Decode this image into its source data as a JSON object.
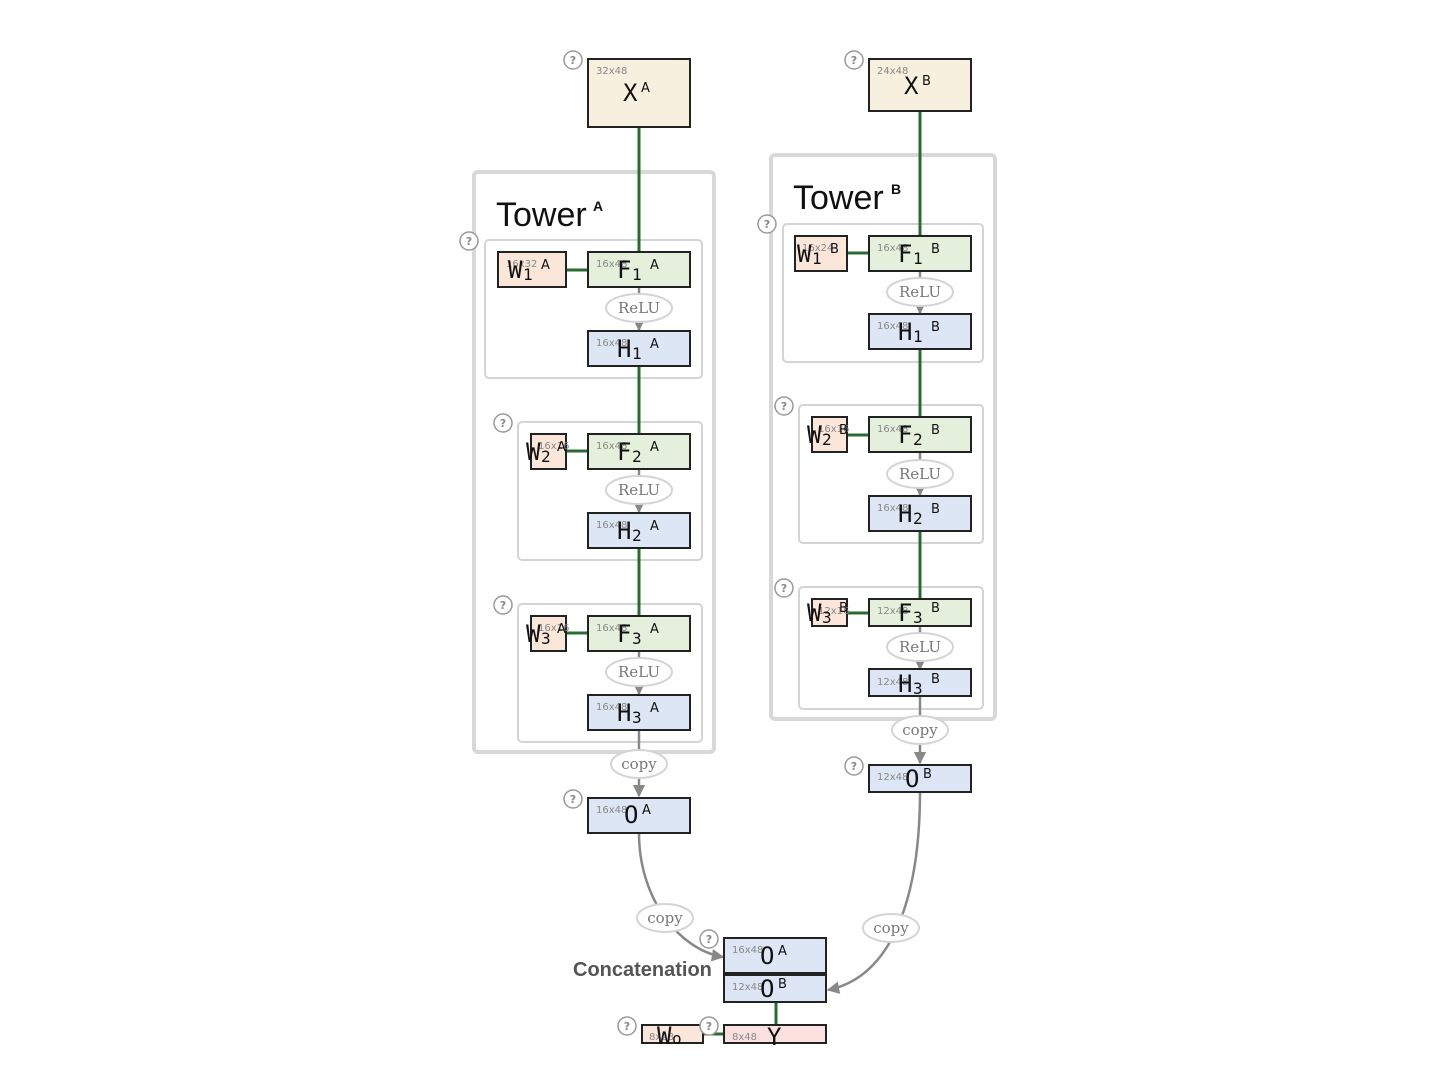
{
  "colors": {
    "input": "#f8f0de",
    "weight": "#fbe6da",
    "linear": "#e4f0dc",
    "hidden": "#dde6f4",
    "output": "#fbe0e0",
    "link": "#2a6b31",
    "flow": "#888888",
    "frame": "#d8d8d8"
  },
  "help_icon": "?",
  "op_relu": "ReLU",
  "op_copy": "copy",
  "concat_label": "Concatenation",
  "towers": {
    "a": {
      "title": "Tower",
      "title_sup": "A"
    },
    "b": {
      "title": "Tower",
      "title_sup": "B"
    }
  },
  "tensors": {
    "xa": {
      "name": "X",
      "sup": "A",
      "sub": "",
      "dims": "32x48"
    },
    "xb": {
      "name": "X",
      "sup": "B",
      "sub": "",
      "dims": "24x48"
    },
    "w1a": {
      "name": "W",
      "sub": "1",
      "sup": "A",
      "dims": "16x32"
    },
    "f1a": {
      "name": "F",
      "sub": "1",
      "sup": "A",
      "dims": "16x48"
    },
    "h1a": {
      "name": "H",
      "sub": "1",
      "sup": "A",
      "dims": "16x48"
    },
    "w2a": {
      "name": "W",
      "sub": "2",
      "sup": "A",
      "dims": "16x16"
    },
    "f2a": {
      "name": "F",
      "sub": "2",
      "sup": "A",
      "dims": "16x48"
    },
    "h2a": {
      "name": "H",
      "sub": "2",
      "sup": "A",
      "dims": "16x48"
    },
    "w3a": {
      "name": "W",
      "sub": "3",
      "sup": "A",
      "dims": "16x16"
    },
    "f3a": {
      "name": "F",
      "sub": "3",
      "sup": "A",
      "dims": "16x48"
    },
    "h3a": {
      "name": "H",
      "sub": "3",
      "sup": "A",
      "dims": "16x48"
    },
    "oa": {
      "name": "O",
      "sup": "A",
      "sub": "",
      "dims": "16x48"
    },
    "w1b": {
      "name": "W",
      "sub": "1",
      "sup": "B",
      "dims": "16x24"
    },
    "f1b": {
      "name": "F",
      "sub": "1",
      "sup": "B",
      "dims": "16x48"
    },
    "h1b": {
      "name": "H",
      "sub": "1",
      "sup": "B",
      "dims": "16x48"
    },
    "w2b": {
      "name": "W",
      "sub": "2",
      "sup": "B",
      "dims": "16x16"
    },
    "f2b": {
      "name": "F",
      "sub": "2",
      "sup": "B",
      "dims": "16x48"
    },
    "h2b": {
      "name": "H",
      "sub": "2",
      "sup": "B",
      "dims": "16x48"
    },
    "w3b": {
      "name": "W",
      "sub": "3",
      "sup": "B",
      "dims": "12x16"
    },
    "f3b": {
      "name": "F",
      "sub": "3",
      "sup": "B",
      "dims": "12x48"
    },
    "h3b": {
      "name": "H",
      "sub": "3",
      "sup": "B",
      "dims": "12x48"
    },
    "ob": {
      "name": "O",
      "sup": "B",
      "sub": "",
      "dims": "12x48"
    },
    "cat_oa": {
      "name": "O",
      "sup": "A",
      "sub": "",
      "dims": "16x48"
    },
    "cat_ob": {
      "name": "O",
      "sup": "B",
      "sub": "",
      "dims": "12x48"
    },
    "wo": {
      "name": "W",
      "sub": "o",
      "sup": "",
      "dims": "8x28"
    },
    "y": {
      "name": "Y",
      "sup": "",
      "sub": "",
      "dims": "8x48"
    }
  }
}
